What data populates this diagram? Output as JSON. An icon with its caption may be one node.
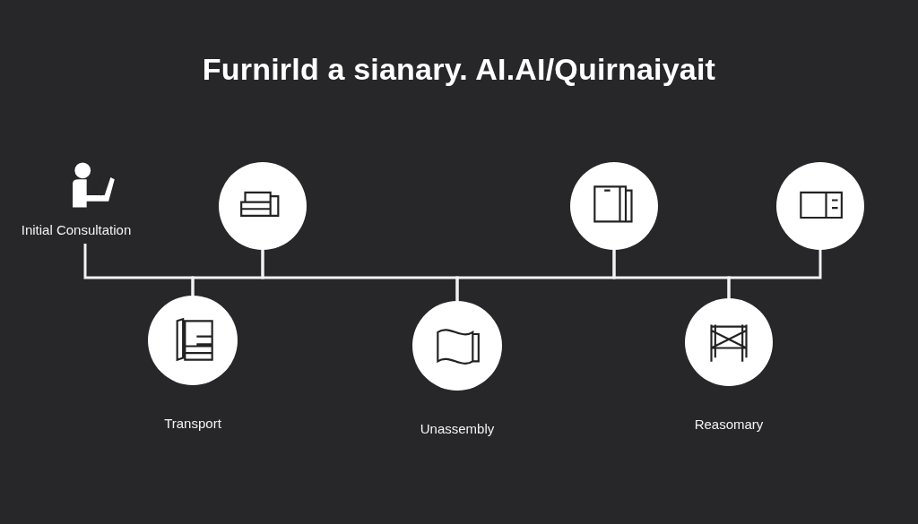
{
  "diagram": {
    "title": "Furnirld a sianary. AI.AI/Quirnaiyait",
    "nodes": [
      {
        "text": [
          "Initial Consultation"
        ]
      },
      {
        "text": [
          "Transport"
        ]
      },
      {
        "text": [],
        "shape": "circle"
      },
      {
        "text": [
          "Unassembly"
        ]
      },
      {
        "text": [],
        "shape": "circle"
      },
      {
        "text": [
          "Reasomary"
        ]
      },
      {
        "text": [],
        "shape": "circle"
      }
    ],
    "edges": [
      {
        "from": 0,
        "to": 1,
        "arrow": "none"
      },
      {
        "from": 1,
        "to": 2,
        "arrow": "none"
      },
      {
        "from": 2,
        "to": 3,
        "arrow": "none"
      },
      {
        "from": 3,
        "to": 4,
        "arrow": "none"
      },
      {
        "from": 4,
        "to": 5,
        "arrow": "none"
      },
      {
        "from": 5,
        "to": 6,
        "arrow": "none"
      }
    ]
  }
}
